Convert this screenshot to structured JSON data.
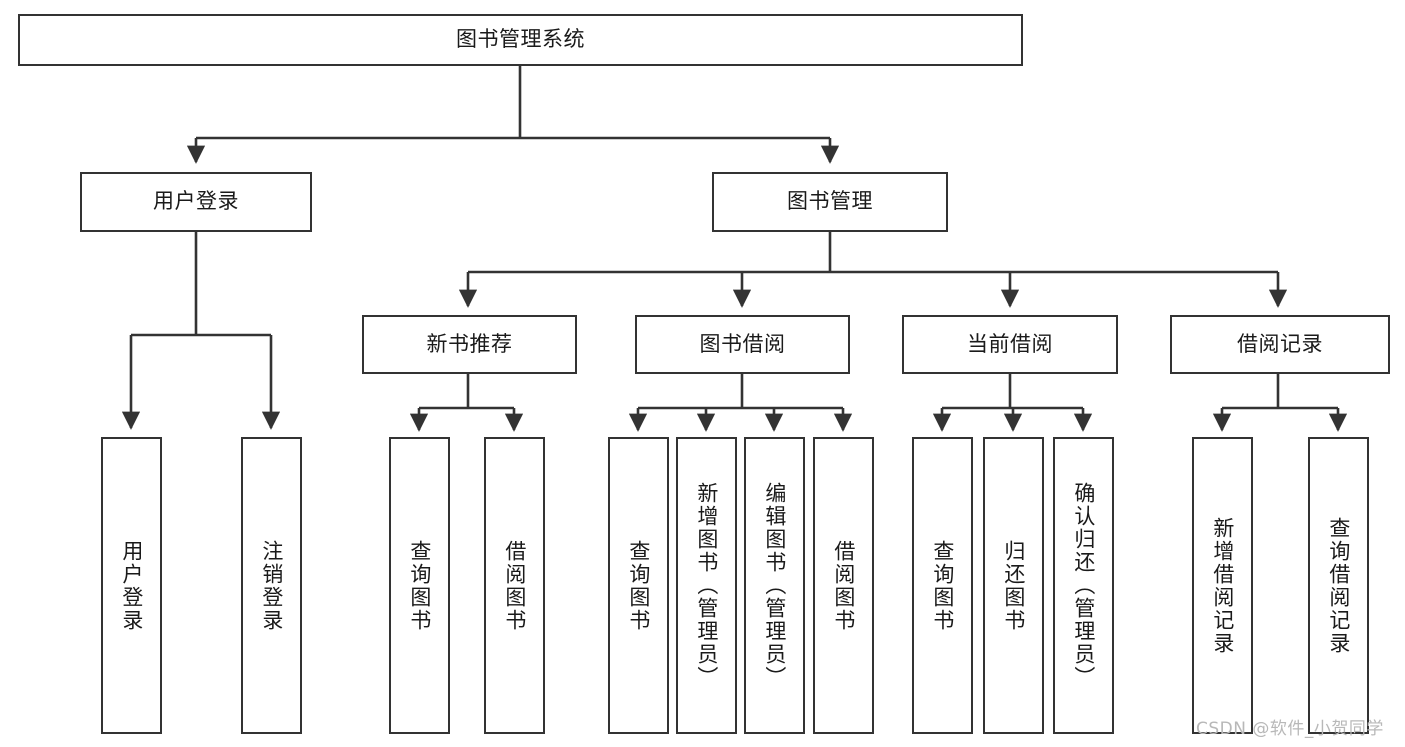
{
  "diagram": {
    "title": "图书管理系统",
    "type": "hierarchy-tree",
    "watermark": "CSDN @软件_小贺同学",
    "colors": {
      "box_border": "#333333",
      "box_fill": "#ffffff",
      "connector": "#333333",
      "text": "#1a1a1a",
      "watermark": "#b8b8b8",
      "background": "#ffffff"
    },
    "levels": {
      "root": {
        "label": "图书管理系统"
      },
      "level2": [
        {
          "id": "user-login",
          "label": "用户登录"
        },
        {
          "id": "book-manage",
          "label": "图书管理"
        }
      ],
      "level3": [
        {
          "id": "new-book-recommend",
          "label": "新书推荐",
          "parent": "book-manage"
        },
        {
          "id": "book-borrow",
          "label": "图书借阅",
          "parent": "book-manage"
        },
        {
          "id": "current-borrow",
          "label": "当前借阅",
          "parent": "book-manage"
        },
        {
          "id": "borrow-record",
          "label": "借阅记录",
          "parent": "book-manage"
        }
      ],
      "leaves": {
        "user-login": [
          {
            "id": "leaf-user-login",
            "label": "用户登录"
          },
          {
            "id": "leaf-user-logout",
            "label": "注销登录"
          }
        ],
        "new-book-recommend": [
          {
            "id": "leaf-query-book-1",
            "label": "查询图书"
          },
          {
            "id": "leaf-borrow-book-1",
            "label": "借阅图书"
          }
        ],
        "book-borrow": [
          {
            "id": "leaf-query-book-2",
            "label": "查询图书"
          },
          {
            "id": "leaf-add-book",
            "label": "新增图书（管理员）"
          },
          {
            "id": "leaf-edit-book",
            "label": "编辑图书（管理员）"
          },
          {
            "id": "leaf-borrow-book-2",
            "label": "借阅图书"
          }
        ],
        "current-borrow": [
          {
            "id": "leaf-query-book-3",
            "label": "查询图书"
          },
          {
            "id": "leaf-return-book",
            "label": "归还图书"
          },
          {
            "id": "leaf-confirm-return",
            "label": "确认归还（管理员）"
          }
        ],
        "borrow-record": [
          {
            "id": "leaf-add-record",
            "label": "新增借阅记录"
          },
          {
            "id": "leaf-query-record",
            "label": "查询借阅记录"
          }
        ]
      }
    }
  }
}
